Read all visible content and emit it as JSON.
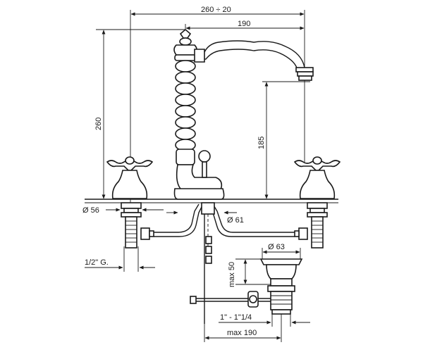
{
  "dimensions": {
    "overall_width": "260 ÷ 20",
    "spout_reach": "190",
    "total_height": "260",
    "spout_height": "185",
    "handle_diameter": "Ø 56",
    "base_diameter": "Ø 61",
    "inlet_thread": "1/2\" G.",
    "waste_diameter": "Ø 63",
    "waste_height": "max 50",
    "waste_thread": "1\" - 1\"1/4",
    "waste_reach": "max 190"
  }
}
